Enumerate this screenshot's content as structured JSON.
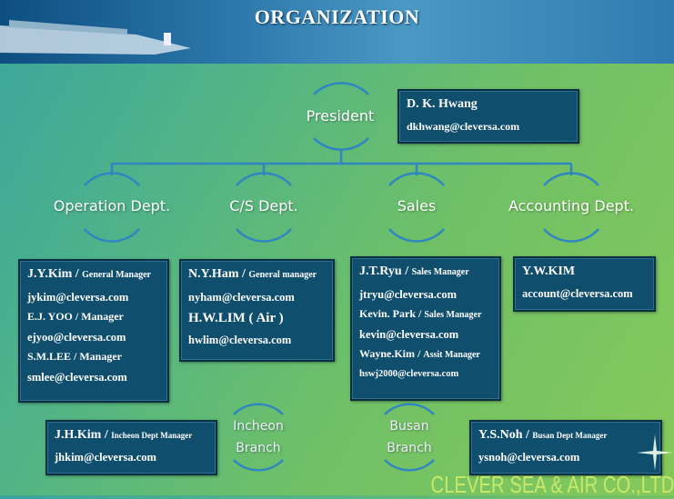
{
  "title": "ORGANIZATION",
  "president": {
    "label": "President",
    "name": "D. K. Hwang",
    "email": "dkhwang@cleversa.com"
  },
  "departments": [
    {
      "label": "Operation Dept.",
      "staff": [
        {
          "name": "J.Y.Kim /",
          "role": "General Manager",
          "email": "jykim@cleversa.com"
        },
        {
          "name": "E.J. YOO / Manager",
          "role": "",
          "email": "ejyoo@cleversa.com"
        },
        {
          "name": "S.M.LEE / Manager",
          "role": "",
          "email": "smlee@cleversa.com"
        }
      ]
    },
    {
      "label": "C/S Dept.",
      "staff": [
        {
          "name": "N.Y.Ham /",
          "role": "General manager",
          "email": "nyham@cleversa.com"
        },
        {
          "name": "H.W.LIM ( Air )",
          "role": "",
          "email": "hwlim@cleversa.com"
        }
      ]
    },
    {
      "label": "Sales",
      "staff": [
        {
          "name": "J.T.Ryu /",
          "role": "Sales Manager",
          "email": "jtryu@cleversa.com"
        },
        {
          "name": "Kevin. Park /",
          "role": "Sales Manager",
          "email": "kevin@cleversa.com"
        },
        {
          "name": "Wayne.Kim /",
          "role": "Assit  Manager",
          "email": "hswj2000@cleversa.com"
        }
      ]
    },
    {
      "label": "Accounting Dept.",
      "staff": [
        {
          "name": "Y.W.KIM",
          "role": "",
          "email": "account@cleversa.com"
        }
      ]
    }
  ],
  "branches": [
    {
      "label1": "Incheon",
      "label2": "Branch",
      "name": "J.H.Kim /",
      "role": "Incheon Dept Manager",
      "email": "jhkim@cleversa.com"
    },
    {
      "label1": "Busan",
      "label2": "Branch",
      "name": "Y.S.Noh /",
      "role": "Busan Dept Manager",
      "email": "ysnoh@cleversa.com"
    }
  ],
  "footer": "CLEVER SEA & AIR CO.,LTD",
  "colors": {
    "box": "#0f4e6c",
    "line": "#2f86c0",
    "footer": "#c7e86a"
  }
}
